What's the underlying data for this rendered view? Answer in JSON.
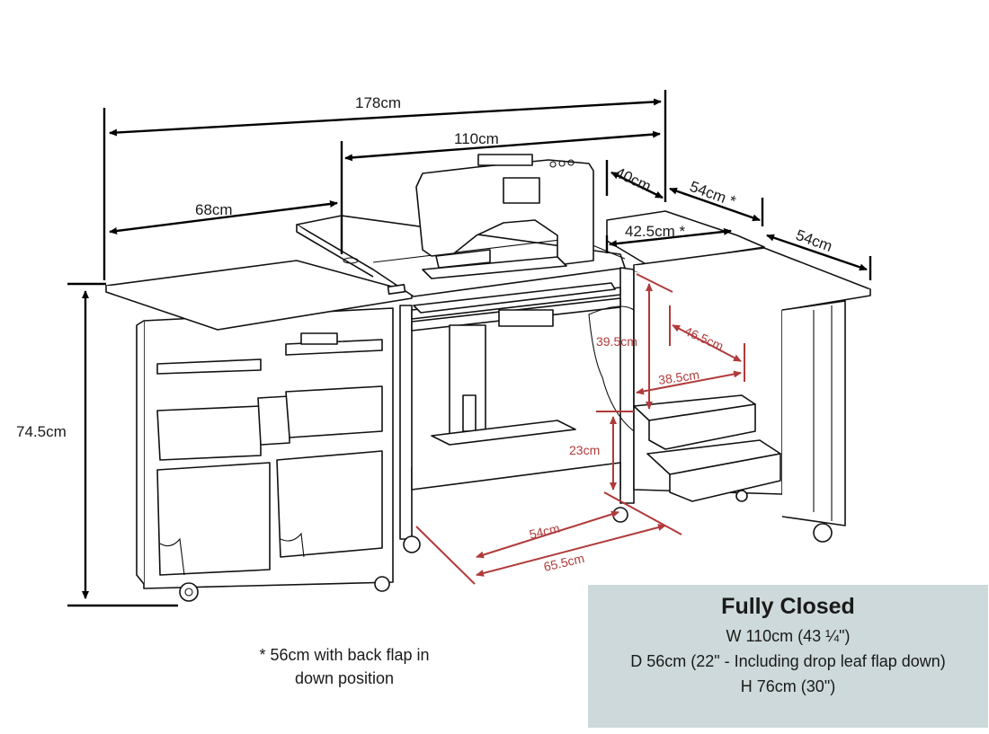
{
  "dimensions": {
    "total_width": "178cm",
    "center_width": "110cm",
    "left_leaf": "68cm",
    "back_depth": "40cm",
    "right_top": "54cm *",
    "right_inner": "42.5cm *",
    "right_leaf": "54cm",
    "height": "74.5cm"
  },
  "interior_dimensions": {
    "cavity_height": "39.5cm",
    "drawer_depth": "46.5cm",
    "drawer_width": "38.5cm",
    "shelf_height": "23cm",
    "leg_space_inner": "54cm",
    "leg_space_outer": "65.5cm"
  },
  "footnote": {
    "line1": "* 56cm with back flap in",
    "line2": "down position"
  },
  "closed": {
    "title": "Fully Closed",
    "width": "W 110cm (43 ¼\")",
    "depth": "D 56cm (22\" - Including drop leaf flap down)",
    "height": "H 76cm (30\")"
  },
  "colors": {
    "red_dimension": "#b03a3a",
    "panel_bg": "#cdd9da"
  }
}
